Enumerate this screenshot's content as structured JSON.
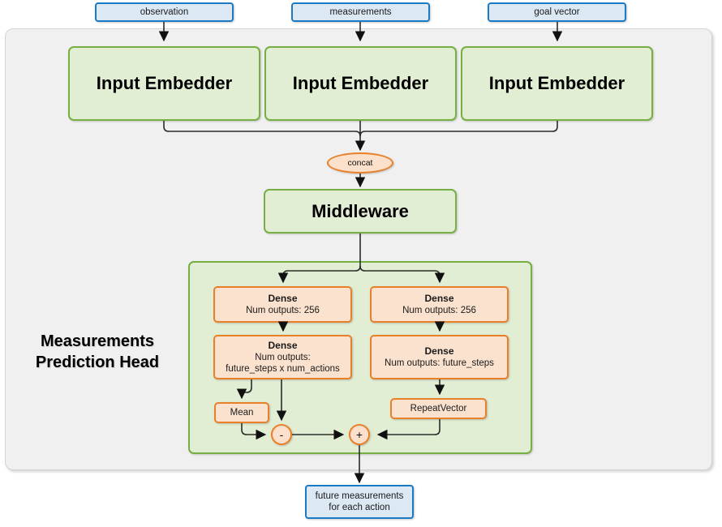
{
  "diagram": {
    "title": "Measurements Prediction Head network diagram",
    "colors": {
      "input_output_fill": "#dce9f5",
      "input_output_border": "#1b7ac4",
      "block_fill": "#e2eed4",
      "block_border": "#76b043",
      "layer_fill": "#fbe2cf",
      "layer_border": "#e8802a",
      "container_fill": "#f0f0f0",
      "container_border": "#d4d4d4"
    },
    "inputs": [
      {
        "label": "observation"
      },
      {
        "label": "measurements"
      },
      {
        "label": "goal vector"
      }
    ],
    "embedders": [
      {
        "label": "Input Embedder"
      },
      {
        "label": "Input Embedder"
      },
      {
        "label": "Input Embedder"
      }
    ],
    "concat": {
      "label": "concat"
    },
    "middleware": {
      "label": "Middleware"
    },
    "head": {
      "title_line1": "Measurements",
      "title_line2": "Prediction Head",
      "left_branch": {
        "dense1": {
          "line1": "Dense",
          "line2": "Num outputs: 256"
        },
        "dense2": {
          "line1": "Dense",
          "line2": "Num outputs:",
          "line3": "future_steps x num_actions"
        },
        "mean": {
          "label": "Mean"
        }
      },
      "right_branch": {
        "dense1": {
          "line1": "Dense",
          "line2": "Num outputs: 256"
        },
        "dense2": {
          "line1": "Dense",
          "line2": "Num outputs: future_steps"
        },
        "repeat_vector": {
          "label": "RepeatVector"
        }
      },
      "operators": [
        {
          "symbol": "-",
          "name": "subtract"
        },
        {
          "symbol": "+",
          "name": "add"
        }
      ]
    },
    "output": {
      "line1": "future measurements",
      "line2": "for each action"
    }
  }
}
